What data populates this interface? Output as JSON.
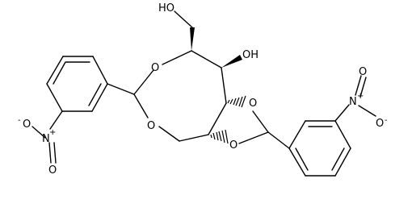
{
  "molecule": {
    "labels": {
      "ch2oh": "HO",
      "oh": "OH",
      "o_ring_upper": "O",
      "o_ring_lower": "O",
      "o_dioxolane_upper": "O",
      "o_dioxolane_lower": "O",
      "nitro_left_n": "N",
      "nitro_left_o_top": "O",
      "nitro_left_o_bottom": "O",
      "nitro_left_n_charge": "+",
      "nitro_left_o_charge": "-",
      "nitro_right_n": "N",
      "nitro_right_o_top": "O",
      "nitro_right_o_bottom": "O",
      "nitro_right_n_charge": "+",
      "nitro_right_o_charge": "-"
    }
  }
}
